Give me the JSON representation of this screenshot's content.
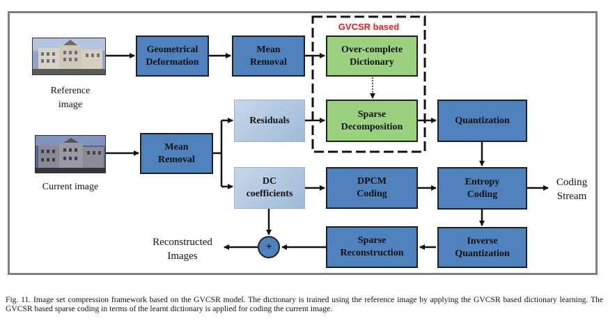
{
  "diagram": {
    "gvcsr_group_title": "GVCSR based",
    "reference_image_label": "Reference\nimage",
    "current_image_label": "Current image",
    "boxes": {
      "geometrical_deformation": "Geometrical\nDeformation",
      "mean_removal_top": "Mean\nRemoval",
      "overcomplete_dictionary": "Over-complete\nDictionary",
      "residuals": "Residuals",
      "sparse_decomposition": "Sparse\nDecomposition",
      "quantization": "Quantization",
      "mean_removal_mid": "Mean\nRemoval",
      "dc_coefficients": "DC\ncoefficients",
      "dpcm_coding": "DPCM\nCoding",
      "entropy_coding": "Entropy\nCoding",
      "sparse_reconstruction": "Sparse\nReconstruction",
      "inverse_quantization": "Inverse\nQuantization"
    },
    "plus_symbol": "+",
    "coding_stream_label": "Coding\nStream",
    "reconstructed_images_label": "Reconstructed\nImages"
  },
  "caption": "Fig. 11.   Image set compression framework based on the GVCSR model. The dictionary is trained using the reference image by applying the GVCSR based dictionary learning. The GVCSR based sparse coding in terms of the learnt dictionary is applied for coding the current image."
}
